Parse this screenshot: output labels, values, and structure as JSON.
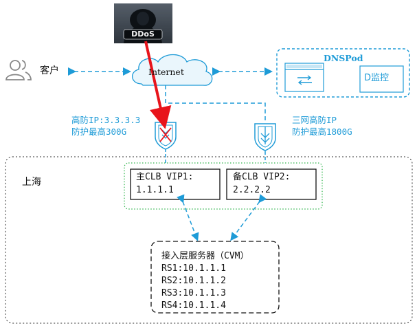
{
  "ddos": {
    "label": "DDoS"
  },
  "client": {
    "label": "客户"
  },
  "internet": {
    "label": "Internet"
  },
  "dnspod": {
    "title": "DNSPod",
    "monitor_label": "D监控"
  },
  "high_def_ip_left": {
    "line1": "高防IP:3.3.3.3",
    "line2": "防护最高300G"
  },
  "high_def_ip_right": {
    "line1": "三网高防IP",
    "line2": "防护最高1800G"
  },
  "region": {
    "label": "上海"
  },
  "clb_primary": {
    "line1": "主CLB VIP1:",
    "line2": "1.1.1.1"
  },
  "clb_backup": {
    "line1": "备CLB VIP2:",
    "line2": "2.2.2.2"
  },
  "access_layer": {
    "title": "接入层服务器（CVM）",
    "servers": [
      "RS1:10.1.1.1",
      "RS2:10.1.1.2",
      "RS3:10.1.1.3",
      "RS4:10.1.1.4"
    ]
  },
  "colors": {
    "accent": "#1e9bd7",
    "attack": "#e8141b",
    "green_border": "#2db34a"
  }
}
